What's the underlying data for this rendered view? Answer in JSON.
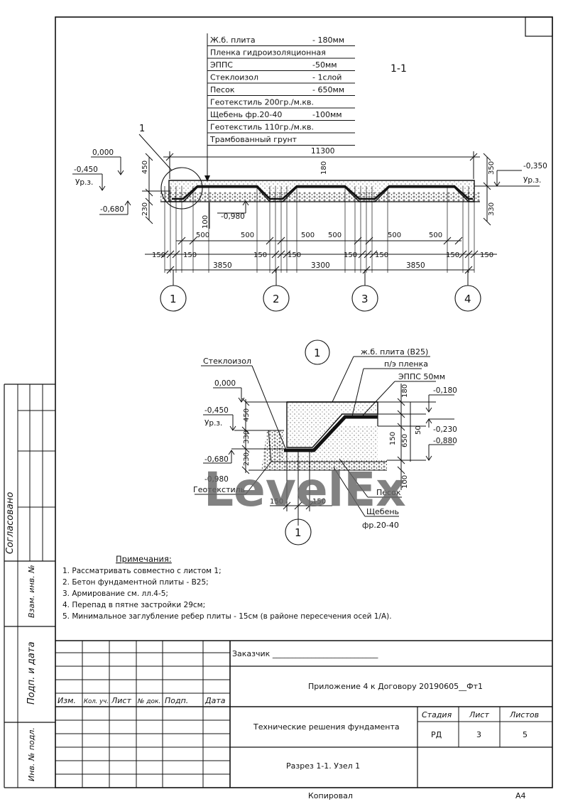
{
  "section": {
    "title": "1-1",
    "layers": [
      {
        "name": "Ж.б. плита",
        "value": "- 180мм"
      },
      {
        "name": "Пленка гидроизоляционная",
        "value": ""
      },
      {
        "name": "ЭППС",
        "value": "-50мм"
      },
      {
        "name": "Стеклоизол",
        "value": "- 1слой"
      },
      {
        "name": "Песок",
        "value": "- 650мм"
      },
      {
        "name": "Геотекстиль 200гр./м.кв.",
        "value": ""
      },
      {
        "name": "Щебень фр.20-40",
        "value": "-100мм"
      },
      {
        "name": "Геотекстиль 110гр./м.кв.",
        "value": ""
      },
      {
        "name": "Трамбованный грунт",
        "value": ""
      }
    ],
    "callout": "1",
    "levels": {
      "top": "0,000",
      "ground_left": "-0,450",
      "ground_label": "Ур.з.",
      "low_left": "-0,680",
      "bottom": "-0,980",
      "right": "-0,350",
      "ground_right": "Ур.з."
    },
    "dims": {
      "total": "11300",
      "d450": "450",
      "d230": "230",
      "d180": "180",
      "d100": "100",
      "d350": "350",
      "d330": "330",
      "d500": [
        "500",
        "500",
        "500",
        "500",
        "500"
      ],
      "d150": [
        "150",
        "150",
        "150",
        "150",
        "150",
        "150",
        "150"
      ],
      "spans": [
        "3850",
        "3300",
        "3850"
      ]
    },
    "axes": [
      "1",
      "2",
      "3",
      "4"
    ]
  },
  "detail": {
    "mark": "1",
    "labels": {
      "steklo": "Стеклоизол",
      "plate": "ж.б. плита (В25)",
      "film": "п/э пленка",
      "epps": "ЭППС 50мм",
      "sand": "Песок",
      "gravel": "Щебень",
      "gravel2": "фр.20-40",
      "geotextile": "Геотекстиль"
    },
    "levels": {
      "top": "0,000",
      "ground": "-0,450",
      "ground_label": "Ур.з.",
      "low": "-0,680",
      "bottom": "-0,980",
      "r1": "-0,180",
      "r2": "-0,230",
      "r3": "-0,880"
    },
    "dims": {
      "d450": "450",
      "d330": "330",
      "d230": "230",
      "d180": "180",
      "d50": "50",
      "d150": "150",
      "d650": "650",
      "d100": "100",
      "h150a": "150",
      "h150b": "150"
    },
    "axis": "1"
  },
  "watermark": "LevelEx",
  "notes": {
    "title": "Примечания:",
    "items": [
      "1.  Рассматривать совместно с листом 1;",
      "2.  Бетон фундаментной плиты - В25;",
      "3.  Армирование см. лл.4-5;",
      "4.  Перепад в пятне застройки 29см;",
      "5.  Минимальное заглубление ребер плиты  - 15см (в районе пересечения осей 1/А)."
    ]
  },
  "side_stamps": [
    "Согласовано",
    "Взам. инв. №",
    "Подп. и дата",
    "Инв. № подл."
  ],
  "title_block": {
    "headers": [
      "Изм.",
      "Кол. уч.",
      "Лист",
      "№ док.",
      "Подп.",
      "Дата"
    ],
    "customer": "Заказчик ___________________________",
    "appendix": "Приложение 4 к Договору 20190605__Фт1",
    "title": "Технические решения фундамента",
    "sheet_title": "Разрез 1-1. Узел 1",
    "stage_label": "Стадия",
    "sheet_label": "Лист",
    "sheets_label": "Листов",
    "stage": "РД",
    "sheet": "3",
    "sheets": "5"
  },
  "footer": {
    "copied": "Копировал",
    "format": "А4"
  }
}
